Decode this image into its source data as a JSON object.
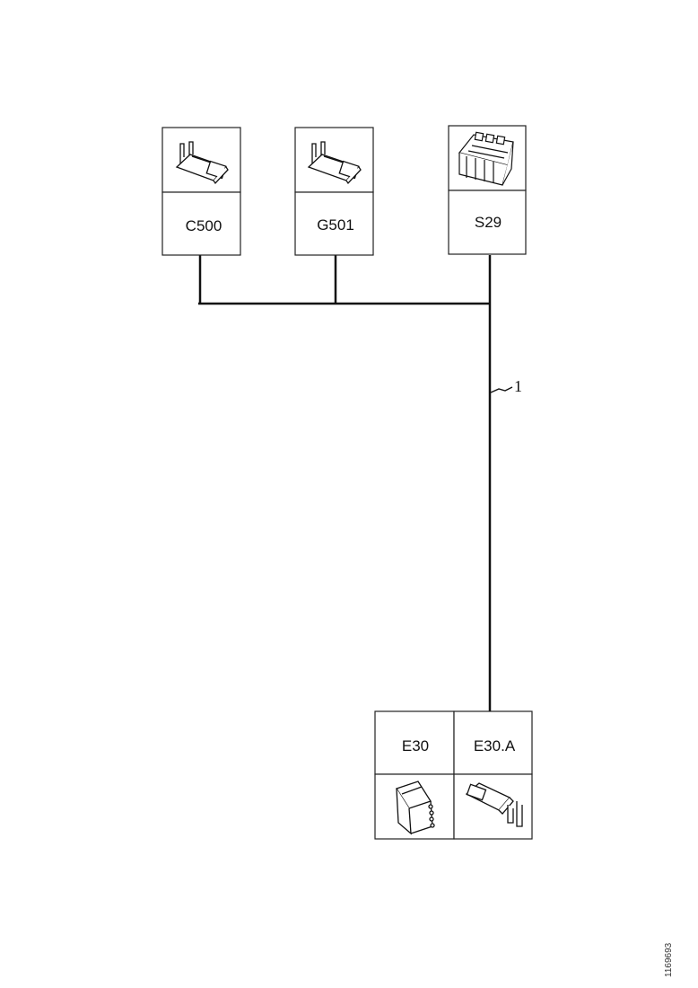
{
  "connectors": {
    "c500": {
      "label": "C500",
      "icon": "terminal-pin-icon"
    },
    "g501": {
      "label": "G501",
      "icon": "terminal-pin-icon"
    },
    "s29": {
      "label": "S29",
      "icon": "multi-pin-connector-icon"
    },
    "e30": {
      "label": "E30",
      "icon": "module-housing-icon"
    },
    "e30a": {
      "label": "E30.A",
      "icon": "terminal-pin-icon"
    }
  },
  "wire": {
    "label": "1"
  },
  "document_number": "1169693",
  "colors": {
    "line": "#111111",
    "border": "#222222",
    "background": "#ffffff"
  }
}
